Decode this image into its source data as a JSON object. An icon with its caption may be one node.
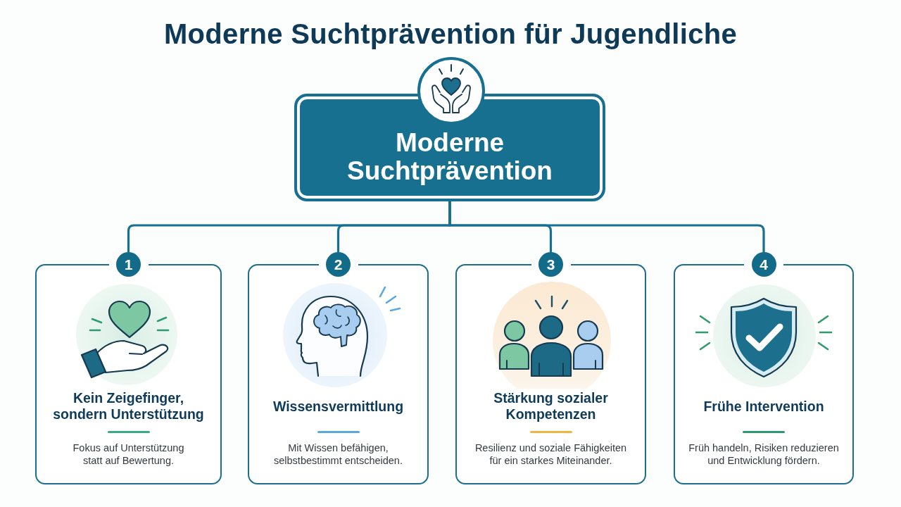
{
  "diagram": {
    "title": "Moderne Suchtprävention für Jugendliche",
    "nodes": [
      {
        "text": [
          "Moderne Suchtprävention"
        ]
      },
      {
        "text": [
          "1"
        ]
      },
      {
        "text": [
          "Kein Zeigefinger, sondern Unterstützung",
          "Fokus auf Unterstützung statt auf Bewertung."
        ]
      },
      {
        "text": [
          "2"
        ]
      },
      {
        "text": [
          "Wissensvermittlung",
          "Mit Wissen befähigen, selbstbestimmt entscheiden."
        ]
      },
      {
        "text": [
          "3"
        ]
      },
      {
        "text": [
          "Stärkung sozialer Kompetenzen",
          "Resilienz und soziale Fähigkeiten für ein starkes Miteinander."
        ]
      },
      {
        "text": [
          "4"
        ]
      },
      {
        "text": [
          "Frühe Intervention",
          "Früh handeln, Risiken reduzieren und Entwicklung fördern."
        ]
      }
    ],
    "edges": [
      {
        "from": 0,
        "to": 1,
        "arrow": "none"
      },
      {
        "from": 0,
        "to": 3,
        "arrow": "none"
      },
      {
        "from": 0,
        "to": 5,
        "arrow": "none"
      },
      {
        "from": 0,
        "to": 7,
        "arrow": "none"
      }
    ]
  }
}
